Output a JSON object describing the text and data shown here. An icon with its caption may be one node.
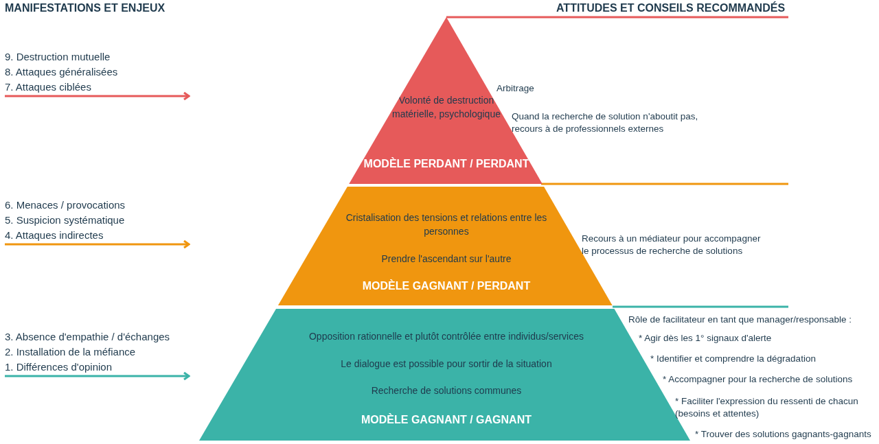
{
  "diagram": {
    "nodes": [
      {
        "text": [
          "Volonté de destruction matérielle, psychologique",
          "MODÈLE PERDANT / PERDANT"
        ]
      },
      {
        "text": [
          "Cristalisation des tensions et relations entre les personnes",
          "Prendre l'ascendant sur l'autre",
          "MODÈLE GAGNANT / PERDANT"
        ]
      },
      {
        "text": [
          "Opposition rationnelle et plutôt contrôlée entre individus/services",
          "Le dialogue est possible pour sortir de la situation",
          "Recherche de solutions communes",
          "MODÈLE GAGNANT / GAGNANT"
        ]
      },
      {
        "text": [
          "9. Destruction mutuelle",
          "8. Attaques généralisées",
          "7. Attaques ciblées"
        ]
      },
      {
        "text": [
          "6. Menaces / provocations",
          "5. Suspicion systématique",
          "4. Attaques indirectes"
        ]
      },
      {
        "text": [
          "3. Absence d'empathie / d'échanges",
          "2. Installation de la méfiance",
          "1. Différences d'opinion"
        ]
      }
    ],
    "edges": [
      {
        "from": 3,
        "to": null,
        "arrow": "to",
        "color": "#e65a5a"
      },
      {
        "from": 4,
        "to": null,
        "arrow": "to",
        "color": "#f0960f"
      },
      {
        "from": 5,
        "to": null,
        "arrow": "to",
        "color": "#3bb3a8"
      }
    ],
    "labels": [
      "MANIFESTATIONS ET ENJEUX",
      "ATTITUDES ET CONSEILS RECOMMANDÉS",
      "Arbitrage",
      "Quand la recherche de solution n'aboutit pas, recours à de professionnels externes",
      "Recours à un médiateur pour accompagner le processus de recherche de solutions",
      "Rôle de facilitateur en tant que manager/responsable :",
      "* Agir dès les 1° signaux d'alerte",
      "* Identifier et comprendre la dégradation",
      "* Accompagner pour la recherche de solutions",
      "* Faciliter l'expression du ressenti de chacun (besoins et attentes)",
      "* Trouver des solutions gagnants-gagnants"
    ]
  }
}
